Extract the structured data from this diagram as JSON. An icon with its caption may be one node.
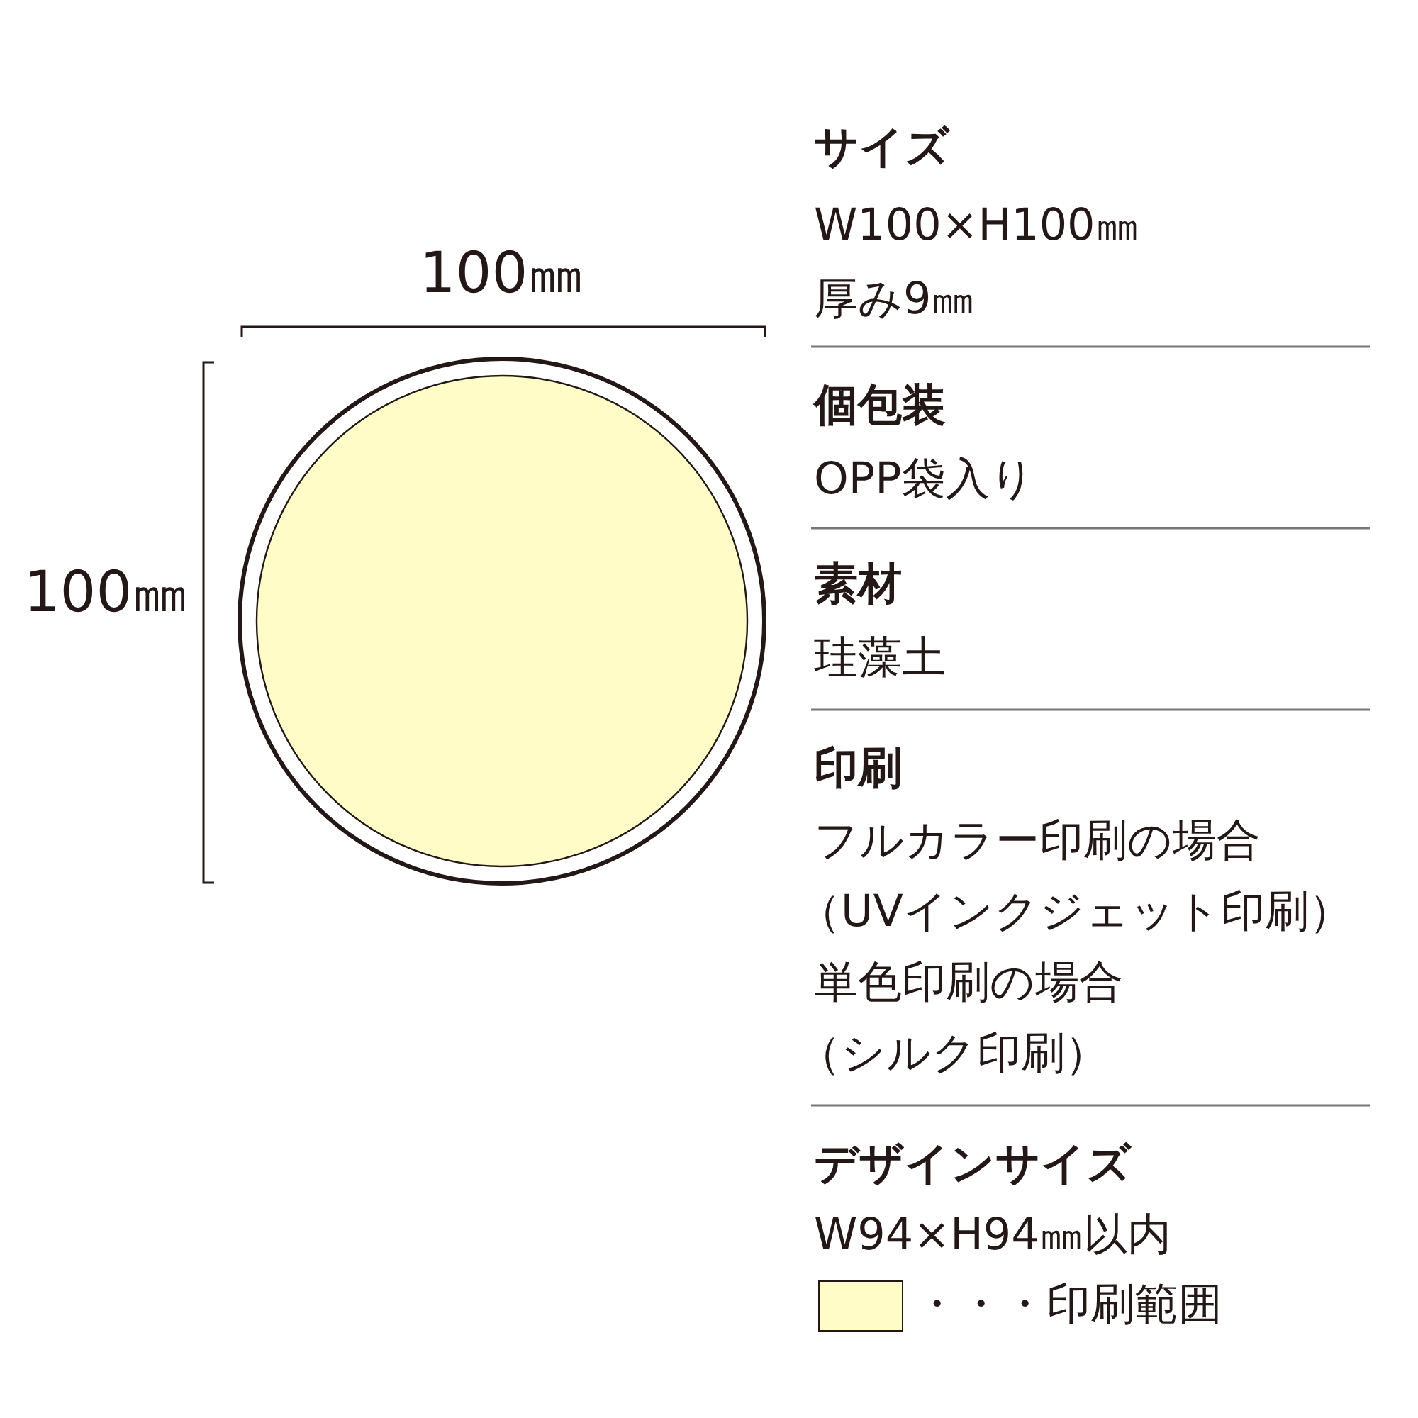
{
  "diagram": {
    "labels": [
      "100㎜",
      "100㎜",
      "サイズ",
      "W100×H100㎜",
      "厚み9㎜",
      "個包装",
      "OPP袋入り",
      "素材",
      "珪藻土",
      "印刷",
      "フルカラー印刷の場合",
      "（UVインクジェット印刷）",
      "単色印刷の場合",
      "（シルク印刷）",
      "デザインサイズ",
      "W94×H94㎜以内"
    ],
    "legend": [
      {
        "text": "・・・印刷範囲",
        "color": "#fffcc8"
      }
    ]
  }
}
